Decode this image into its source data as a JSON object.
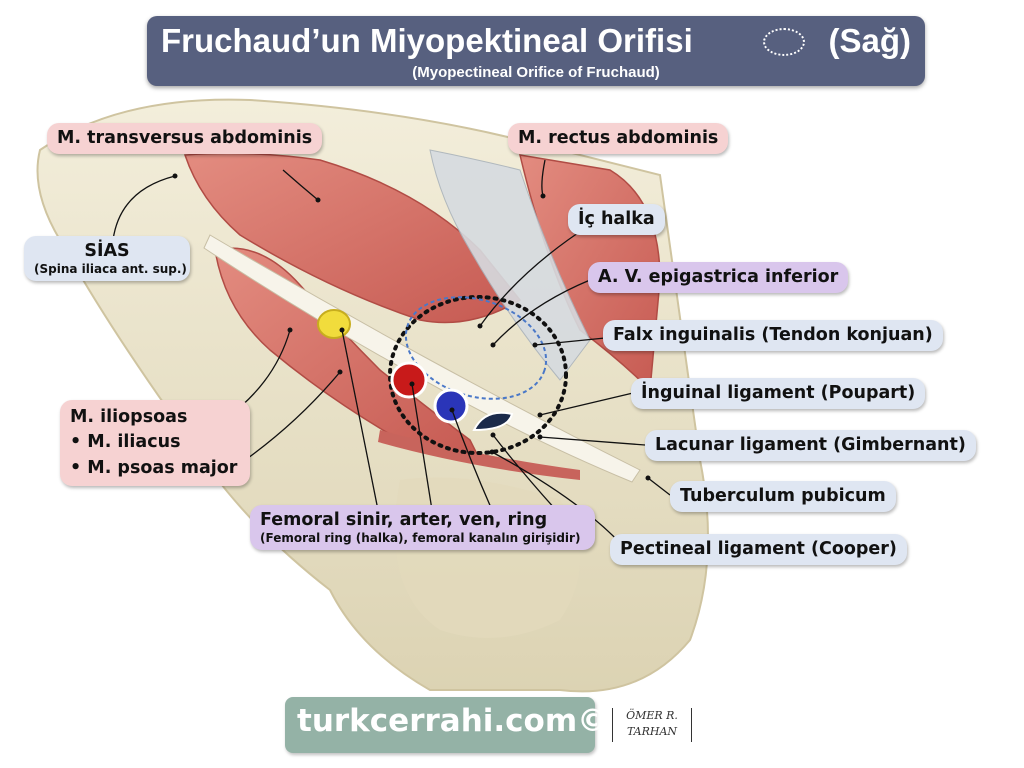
{
  "title": {
    "main": "Fruchaud’un Miyopektineal Orifisi",
    "side": "(Sağ)",
    "subtitle": "(Myopectineal Orifice of Fruchaud)"
  },
  "labels": {
    "transversus": "M. transversus abdominis",
    "rectus": "M. rectus abdominis",
    "ic_halka": "İç halka",
    "sias_title": "SİAS",
    "sias_sub": "(Spina iliaca ant. sup.)",
    "epigastrica": "A. V. epigastrica inferior",
    "falx": "Falx inguinalis (Tendon konjuan)",
    "inguinal": "İnguinal ligament (Poupart)",
    "iliopsoas_title": "M. iliopsoas",
    "iliacus": "• M. iliacus",
    "psoas": "• M. psoas major",
    "lacunar": "Lacunar ligament (Gimbernant)",
    "tuberculum": "Tuberculum pubicum",
    "femoral_title": "Femoral sinir, arter, ven, ring",
    "femoral_sub": "(Femoral ring (halka), femoral kanalın girişidir)",
    "pectineal": "Pectineal ligament (Cooper)"
  },
  "watermark": {
    "site": "turkcerrahi.com©",
    "signature_line1": "ÖMER R.",
    "signature_line2": "TARHAN"
  },
  "colors": {
    "title_bg": "#57607f",
    "label_pink": "#f6d2d2",
    "label_blue": "#dfe6f2",
    "label_lavender": "#d9c6ec",
    "watermark_bg": "#94b2a6",
    "muscle": "#d9756b",
    "bone": "#ece6cf",
    "nerve": "#f1dc3c",
    "artery": "#c81a1a",
    "vein": "#2a35b8"
  }
}
